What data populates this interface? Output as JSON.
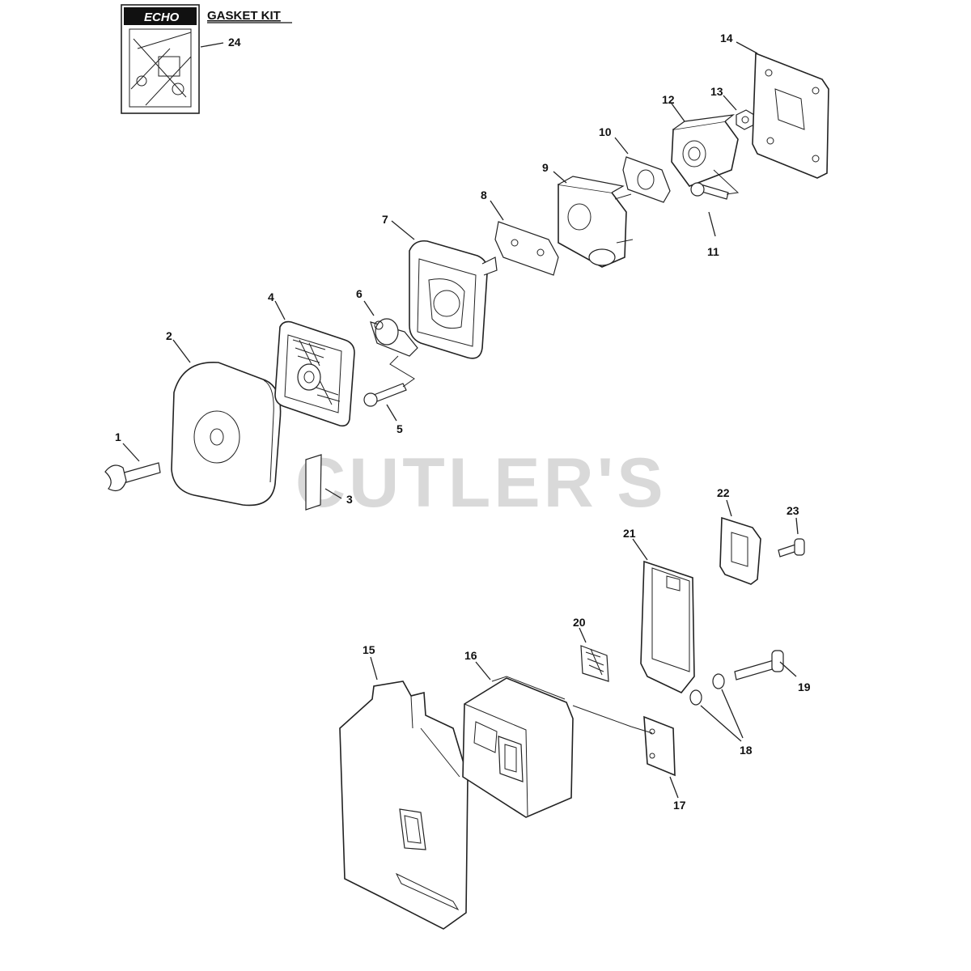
{
  "watermark": "CUTLER'S",
  "gasket_kit": {
    "title": "GASKET KIT",
    "brand": "ECHO"
  },
  "parts": [
    "1",
    "2",
    "3",
    "4",
    "5",
    "6",
    "7",
    "8",
    "9",
    "10",
    "11",
    "12",
    "13",
    "14",
    "15",
    "16",
    "17",
    "18",
    "19",
    "20",
    "21",
    "22",
    "23",
    "24"
  ]
}
